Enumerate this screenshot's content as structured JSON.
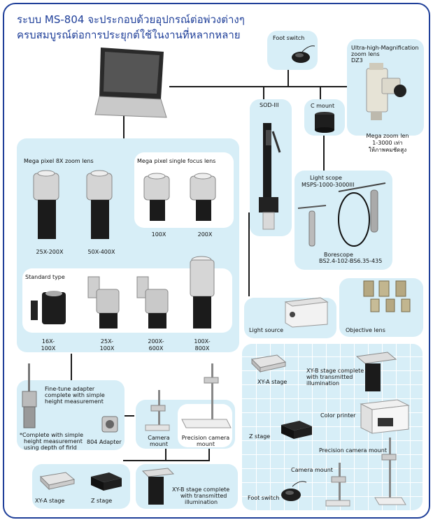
{
  "title": {
    "line1": "ระบบ MS-804 จะประกอบด้วยอุปกรณ์ต่อพ่วงต่างๆ",
    "line2": "ครบสมบูรณ์ต่อการประยุกต์ใช้ในงานที่หลากหลาย"
  },
  "top": {
    "foot_switch": "Foot switch",
    "sod": "SOD-III",
    "c_mount": "C mount",
    "uhm": [
      "Ultra-high-Magnification",
      "zoom lens",
      "DZ3"
    ],
    "mega_zoom": [
      "Mega zoom len",
      "1-3000 เท่า",
      "ให้ภาพคมชัดสูง"
    ]
  },
  "lens_panel": {
    "mega8x": "Mega pixel 8X zoom lens",
    "zoom_a": "25X-200X",
    "zoom_b": "50X-400X",
    "single": "Mega pixel single focus lens",
    "single_a": "100X",
    "single_b": "200X",
    "standard": "Standard type",
    "std": [
      [
        "16X-",
        "100X"
      ],
      [
        "25X-",
        "100X"
      ],
      [
        "200X-",
        "600X"
      ],
      [
        "100X-",
        "800X"
      ]
    ]
  },
  "light_scope": {
    "title": [
      "Light scope",
      "MSPS-1000-3000III"
    ],
    "borescope": [
      "Borescope",
      "BS2.4-102-BS6.35-435"
    ]
  },
  "light_source": "Light source",
  "objective_lens": "Objective lens",
  "adapter": {
    "fine_tune": [
      "Fine-tune adapter",
      "complete with simple",
      "height measurement"
    ],
    "note": [
      "*Complete with simple",
      "height measurement",
      "using depth of firld"
    ],
    "adapter_804": "804 Adapter",
    "camera_mount": [
      "Camera",
      "mount"
    ],
    "precision_mount": [
      "Precision camera",
      "mount"
    ]
  },
  "bottom_left": {
    "xya": "XY-A stage",
    "z": "Z stage",
    "xyb": [
      "XY-B stage complete",
      "with transmitted",
      "illumination"
    ]
  },
  "right_grid": {
    "xya": "XY-A stage",
    "xyb": [
      "XY-B stage complete",
      "with transmitted",
      "illumination"
    ],
    "color_printer": "Color printer",
    "z": "Z stage",
    "precision": "Precision camera mount",
    "camera_mount": "Camera mount",
    "foot_switch": "Foot switch"
  }
}
